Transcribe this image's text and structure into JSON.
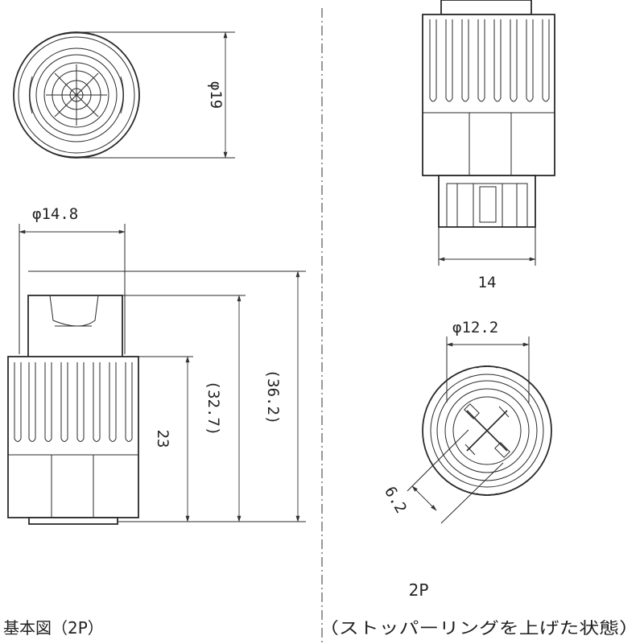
{
  "dimensions": {
    "top_diameter": "φ19",
    "front_width": "φ14.8",
    "height_23": "23",
    "height_32_7": "(32.7)",
    "height_36_2": "(36.2)",
    "right_width": "14",
    "face_diameter": "φ12.2",
    "pin_pitch": "6.2"
  },
  "captions": {
    "left": "基本図（2P）",
    "right_title": "2P",
    "right_sub": "（ストッパーリングを上げた状態）"
  }
}
